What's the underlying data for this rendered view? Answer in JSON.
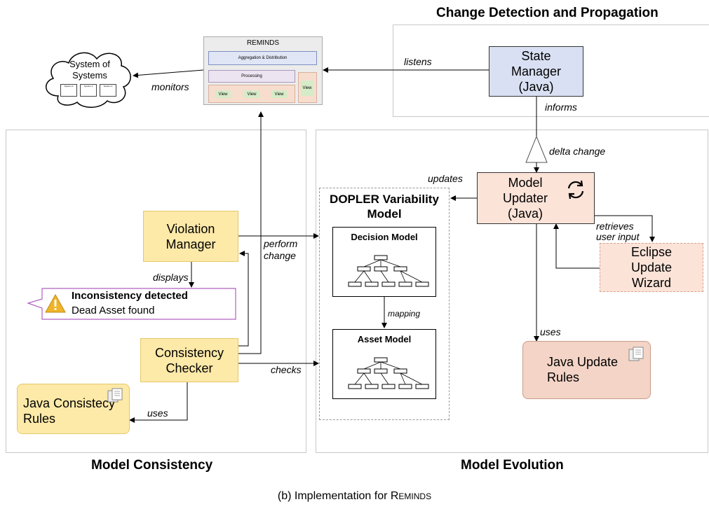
{
  "sections": {
    "change_detection": "Change Detection and Propagation",
    "model_consistency": "Model Consistency",
    "model_evolution": "Model Evolution"
  },
  "sos_cloud": {
    "label": "System of Systems",
    "systems": [
      "System A",
      "System 1",
      "System 2"
    ]
  },
  "reminds": {
    "title": "REMINDS",
    "aggregation": "Aggregation & Distribution",
    "processing": "Processing",
    "views": [
      "View",
      "View",
      "View"
    ],
    "side_view": "View"
  },
  "state_manager": "State Manager (Java)",
  "model_updater": "Model Updater (Java)",
  "eclipse_wizard": "Eclipse Update Wizard",
  "violation_manager": "Violation Manager",
  "consistency_checker": "Consistency Checker",
  "java_consistency_rules": "Java Consistecy Rules",
  "java_update_rules": "Java Update Rules",
  "notification": {
    "title": "Inconsistency detected",
    "message": "Dead Asset found"
  },
  "dopler": {
    "title": "DOPLER Variability Model",
    "decision_model": "Decision Model",
    "asset_model": "Asset Model",
    "mapping": "mapping"
  },
  "edges": {
    "monitors": "monitors",
    "listens": "listens",
    "informs": "informs",
    "delta_change": "delta change",
    "updates": "updates",
    "retrieves": "retrieves user input",
    "uses_update": "uses",
    "perform_change": "perform change",
    "displays": "displays",
    "checks": "checks",
    "uses_consistency": "uses"
  },
  "caption": {
    "prefix": "(b) Implementation for R",
    "small_caps": "EMINDS"
  },
  "colors": {
    "yellow_fill": "#fde9a8",
    "yellow_border": "#e5c86a",
    "blue_fill": "#d9e0f3",
    "salmon_fill": "#fbe3d8",
    "salmon_border": "#d9a48c",
    "purple_border": "#b060c0",
    "warning": "#f0b429"
  }
}
